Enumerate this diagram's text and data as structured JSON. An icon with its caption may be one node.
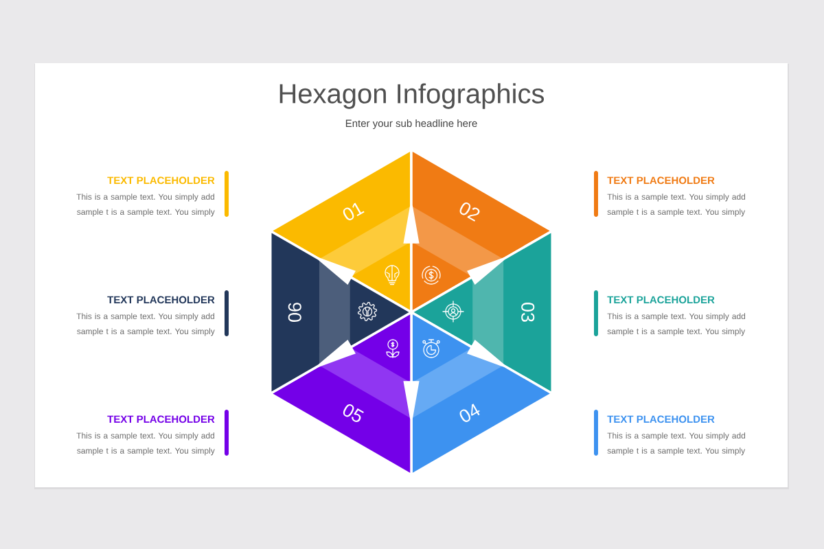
{
  "diagram": {
    "title": "Hexagon Infographics",
    "nodes": [
      {
        "text": [
          "01"
        ]
      },
      {
        "text": [
          "02"
        ]
      },
      {
        "text": [
          "03"
        ]
      },
      {
        "text": [
          "04"
        ]
      },
      {
        "text": [
          "05"
        ]
      },
      {
        "text": [
          "06"
        ]
      }
    ],
    "labels": [
      "Enter your sub headline here",
      "TEXT PLACEHOLDER",
      "This is a sample text. You simply add sample t is a sample text. You simply",
      "TEXT PLACEHOLDER",
      "This is a sample text. You simply add sample t is a sample text. You simply",
      "TEXT PLACEHOLDER",
      "This is a sample text. You simply add sample t is a sample text. You simply",
      "TEXT PLACEHOLDER",
      "This is a sample text. You simply add sample t is a sample text. You simply",
      "TEXT PLACEHOLDER",
      "This is a sample text. You simply add sample t is a sample text. You simply",
      "TEXT PLACEHOLDER",
      "This is a sample text. You simply add sample t is a sample text. You simply"
    ]
  }
}
